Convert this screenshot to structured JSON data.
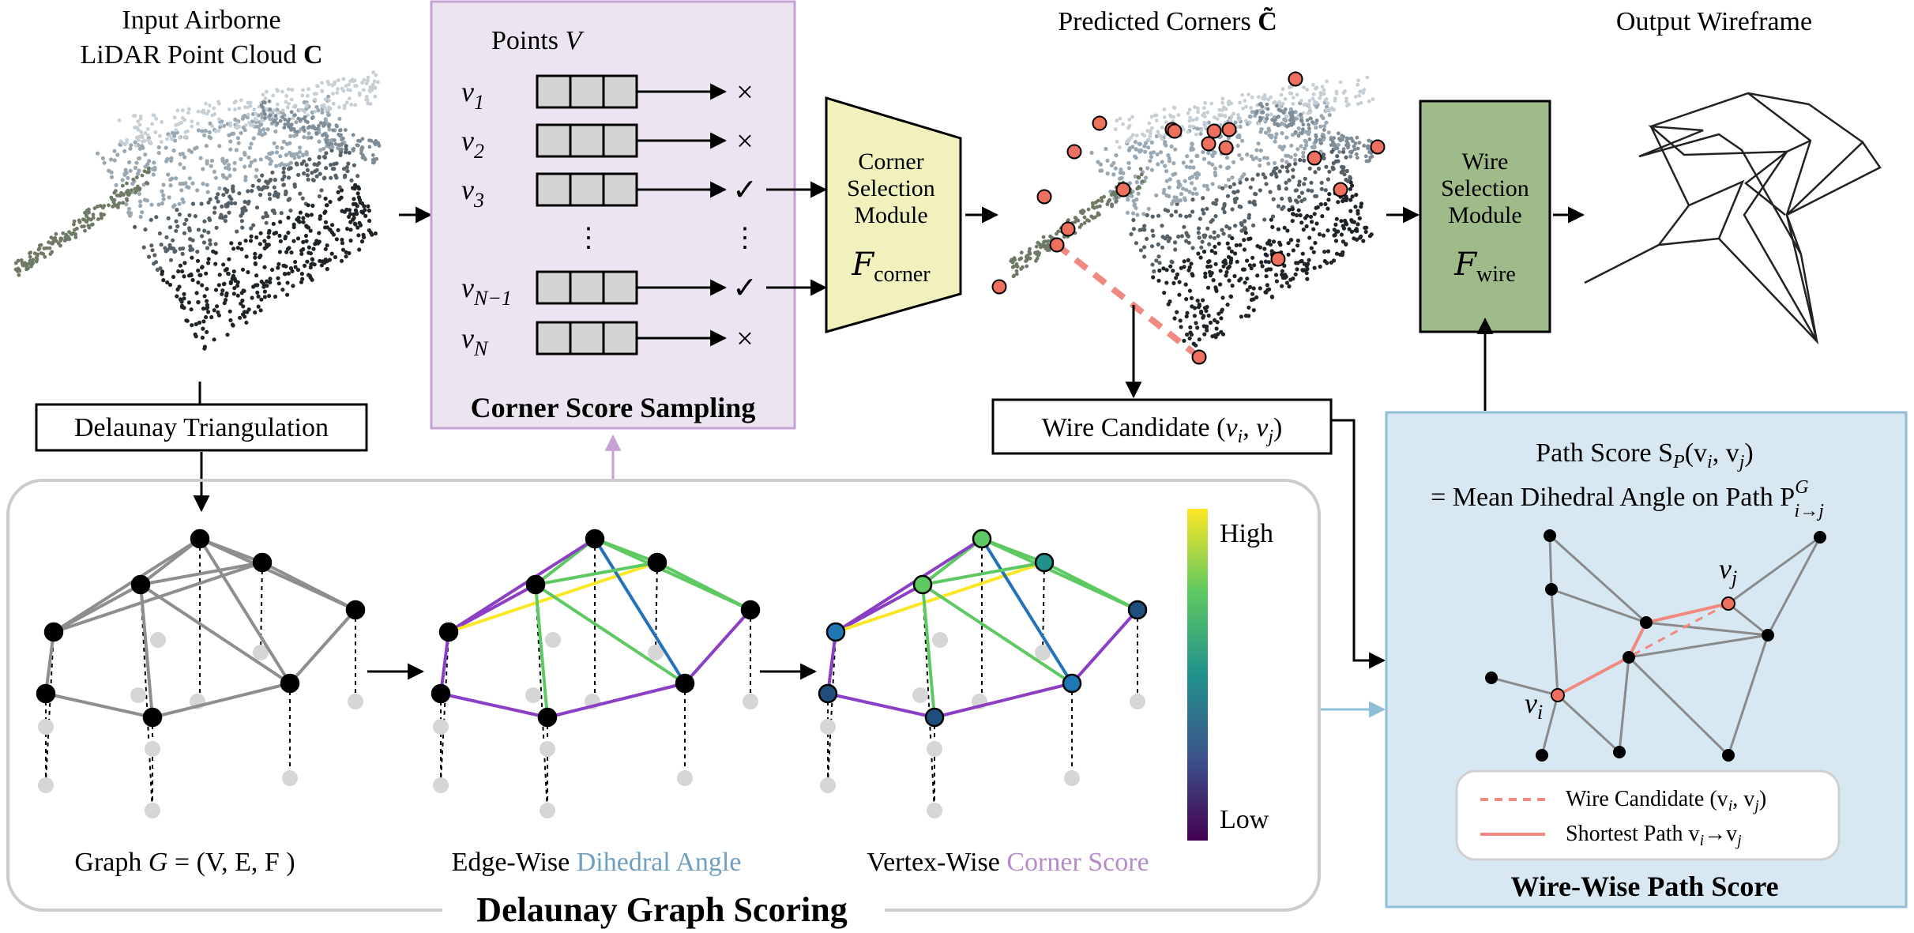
{
  "input": {
    "title_line1": "Input Airborne",
    "title_line2": "LiDAR Point Cloud ",
    "title_bold": "C"
  },
  "sampling": {
    "points_label": "Points ",
    "points_var": "V",
    "rows": [
      {
        "var": "v",
        "sub": "1",
        "mark": "×"
      },
      {
        "var": "v",
        "sub": "2",
        "mark": "×"
      },
      {
        "var": "v",
        "sub": "3",
        "mark": "✓"
      },
      {
        "var": "v",
        "sub": "N−1",
        "mark": "✓"
      },
      {
        "var": "v",
        "sub": "N",
        "mark": "×"
      }
    ],
    "ellipsis": "⋮",
    "title": "Corner Score Sampling"
  },
  "corner_module": {
    "line1": "Corner",
    "line2": "Selection",
    "line3": "Module",
    "func": "F",
    "func_sub": "corner"
  },
  "predicted": {
    "title": "Predicted Corners ",
    "title_bold": "C̃"
  },
  "wire_module": {
    "line1": "Wire",
    "line2": "Selection",
    "line3": "Module",
    "func": "F",
    "func_sub": "wire"
  },
  "output": {
    "title": "Output Wireframe"
  },
  "delaunay_label": "Delaunay Triangulation",
  "wire_candidate_box": {
    "text": "Wire Candidate (",
    "vi": "v",
    "vi_sub": "i",
    "sep": ", ",
    "vj": "v",
    "vj_sub": "j",
    "close": ")"
  },
  "graph_scoring": {
    "title": "Delaunay Graph Scoring",
    "graph_caption": "Graph ",
    "graph_var": "G",
    "graph_def": " = (V, E, F )",
    "edge_caption": "Edge-Wise ",
    "edge_highlight": "Dihedral Angle",
    "vertex_caption": "Vertex-Wise ",
    "vertex_highlight": "Corner Score",
    "colorbar_high": "High",
    "colorbar_low": "Low"
  },
  "path_score": {
    "line1": "Path Score S",
    "line1_sub": "P",
    "line1_args": "(v",
    "line1_i": "i",
    "line1_mid": ", v",
    "line1_j": "j",
    "line1_close": ")",
    "line2": "= Mean Dihedral Angle on Path P",
    "line2_sup": "G",
    "line2_sub": "i→j",
    "vi_label": "v",
    "vi_sub": "i",
    "vj_label": "v",
    "vj_sub": "j",
    "legend_dashed": "Wire Candidate (v",
    "legend_dashed_i": "i",
    "legend_dashed_mid": ", v",
    "legend_dashed_j": "j",
    "legend_dashed_close": ")",
    "legend_solid": "Shortest Path v",
    "legend_solid_i": "i",
    "legend_solid_arrow": "→v",
    "legend_solid_j": "j",
    "title": "Wire-Wise Path Score"
  },
  "colors": {
    "sampling_fill": "#ede4f1",
    "sampling_border": "#c6a2d2",
    "corner_module_fill": "#f1f1be",
    "wire_module_fill": "#9fbb8a",
    "path_score_fill": "#d8e8f3",
    "path_score_border": "#8fbfd6",
    "corner_point": "#f07060",
    "wire_candidate": "#f08a80",
    "dihedral_text": "#6f9fbf",
    "corner_score_text": "#b48cc8"
  }
}
